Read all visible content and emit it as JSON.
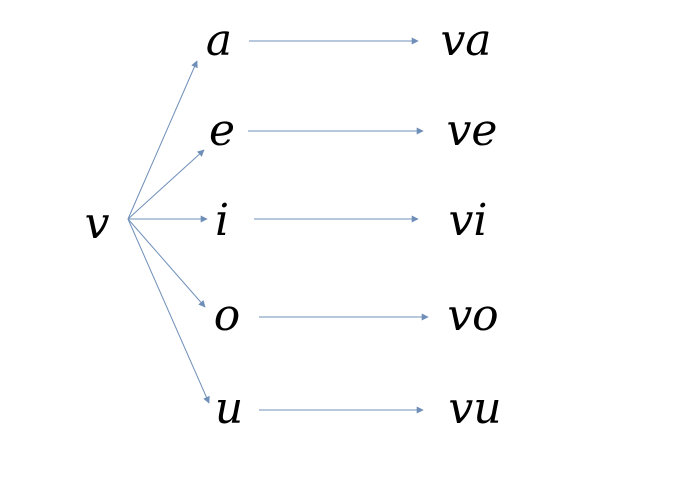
{
  "colors": {
    "arrow": "#6f8fb8",
    "text": "#000000"
  },
  "diagram": {
    "root": "v",
    "vowels": [
      "a",
      "e",
      "i",
      "o",
      "u"
    ],
    "syllables": [
      "va",
      "ve",
      "vi",
      "vo",
      "vu"
    ]
  }
}
